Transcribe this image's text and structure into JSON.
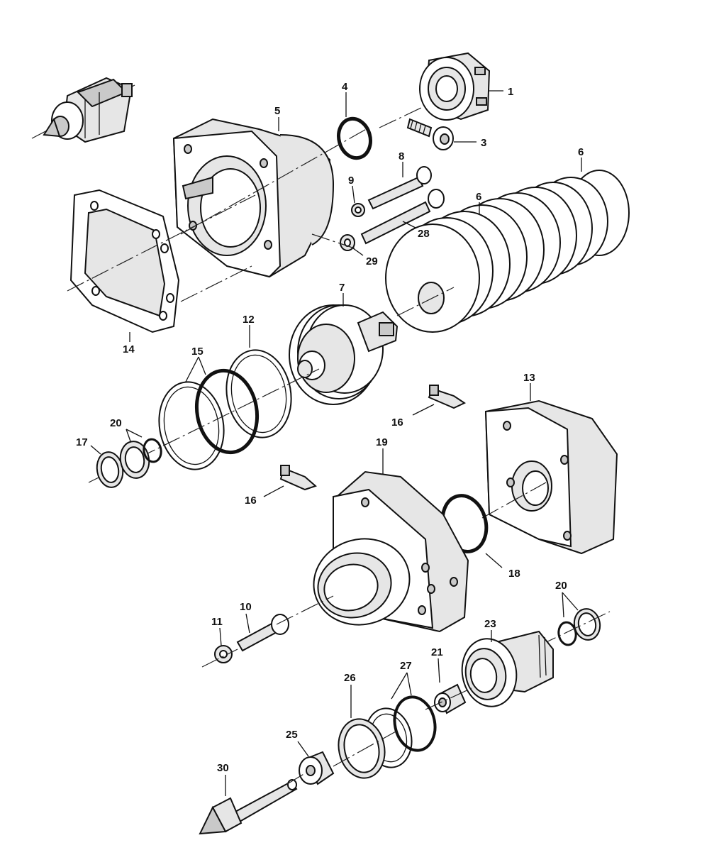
{
  "callouts": {
    "c1": "1",
    "c3": "3",
    "c4": "4",
    "c5": "5",
    "c6a": "6",
    "c6b": "6",
    "c7": "7",
    "c8": "8",
    "c9": "9",
    "c10": "10",
    "c11": "11",
    "c12": "12",
    "c13": "13",
    "c14": "14",
    "c15": "15",
    "c16a": "16",
    "c16b": "16",
    "c17": "17",
    "c18": "18",
    "c19": "19",
    "c20a": "20",
    "c20b": "20",
    "c21": "21",
    "c23": "23",
    "c25": "25",
    "c26": "26",
    "c27": "27",
    "c28": "28",
    "c29": "29",
    "c30": "30"
  }
}
